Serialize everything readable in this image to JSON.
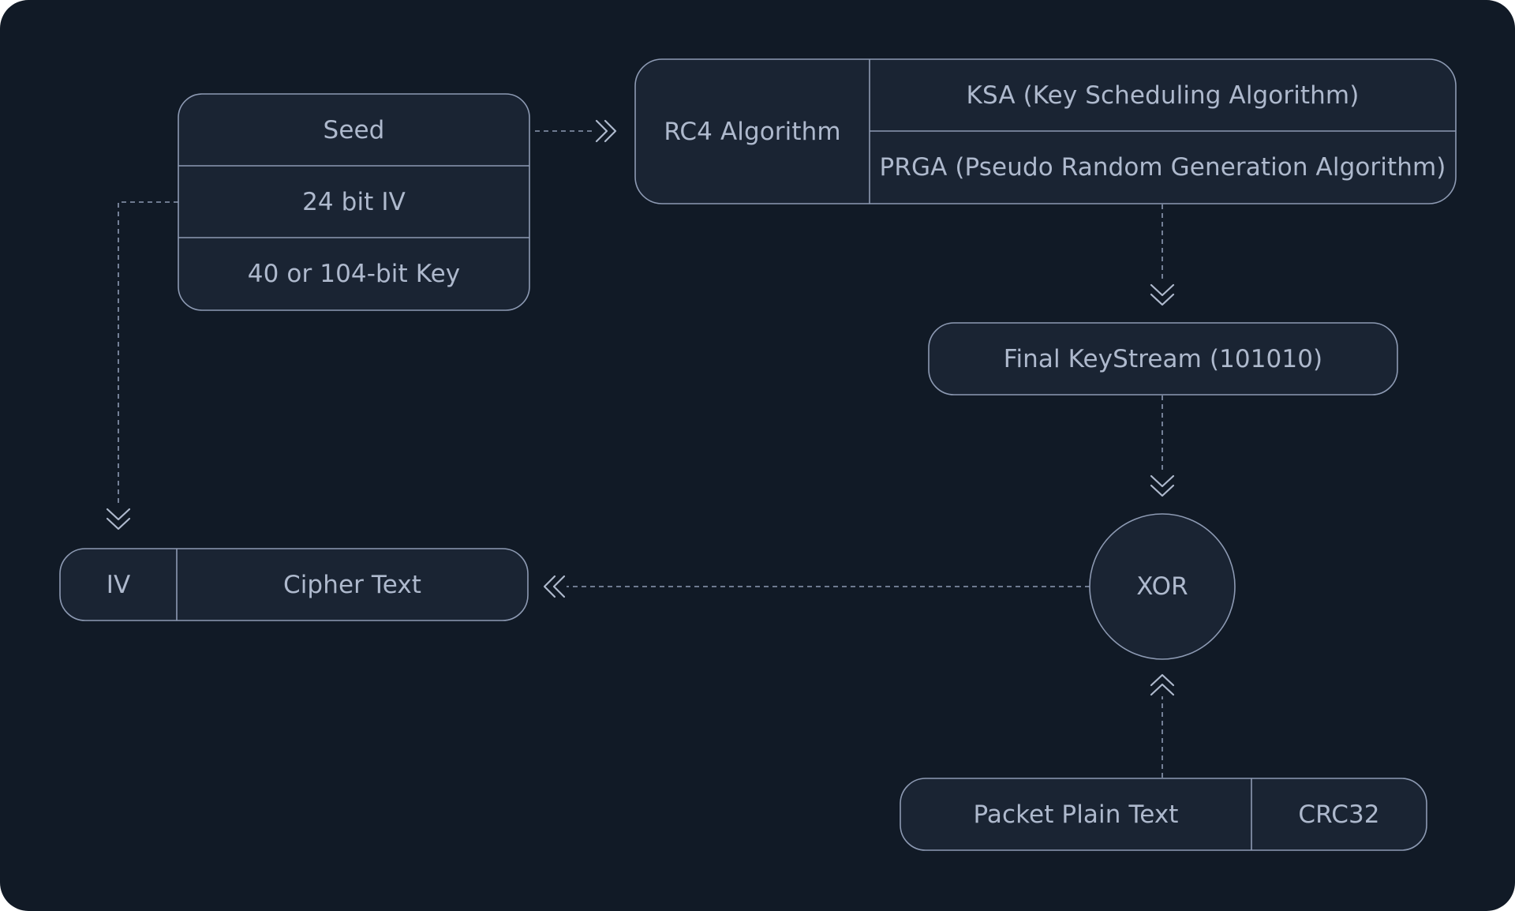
{
  "colors": {
    "background": "#111a26",
    "box_fill": "#1a2433",
    "stroke": "#8d9ab3",
    "text": "#aeb9cd"
  },
  "seed": {
    "title": "Seed",
    "iv": "24 bit IV",
    "key": "40 or 104-bit Key"
  },
  "rc4": {
    "title": "RC4 Algorithm",
    "ksa": "KSA (Key Scheduling Algorithm)",
    "prga": "PRGA (Pseudo Random Generation Algorithm)"
  },
  "keystream": {
    "label": "Final KeyStream (101010)"
  },
  "xor": {
    "label": "XOR"
  },
  "plaintext": {
    "text": "Packet Plain Text",
    "crc": "CRC32"
  },
  "output": {
    "iv": "IV",
    "cipher": "Cipher Text"
  },
  "icons": {
    "arrow_right": "double-chevron-right-icon",
    "arrow_down": "double-chevron-down-icon",
    "arrow_up": "double-chevron-up-icon",
    "arrow_left": "double-chevron-left-icon"
  }
}
